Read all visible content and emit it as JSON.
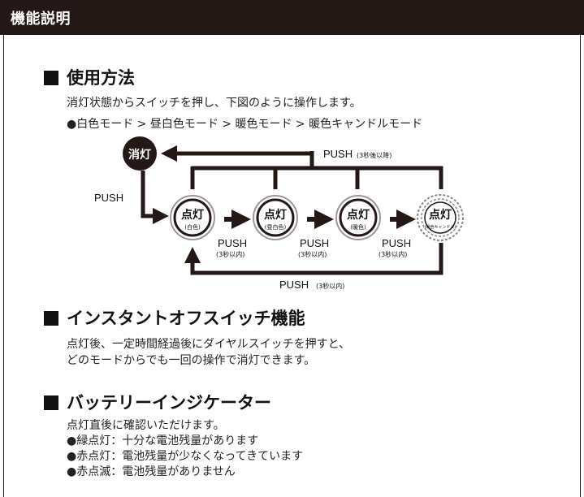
{
  "header": {
    "title": "機能説明"
  },
  "usage": {
    "heading": "使用方法",
    "intro": "消灯状態からスイッチを押し、下図のように操作します。",
    "modes": "●白色モード > 昼白色モード > 暖色モード > 暖色キャンドルモード"
  },
  "diagram": {
    "off_label": "消灯",
    "push_left": "PUSH",
    "push_top": "PUSH",
    "push_top_note": "(3秒後以降)",
    "push_bottom": "PUSH",
    "push_bottom_note": "(3秒以内)",
    "step_push": "PUSH",
    "step_note": "(3秒以内)",
    "lamp_main": "点灯",
    "lamps": [
      "(白色)",
      "(昼白色)",
      "(暖色)",
      "(暖色キャンドル)"
    ],
    "colors": {
      "ink": "#231815"
    }
  },
  "instant": {
    "heading": "インスタントオフスイッチ機能",
    "line1": "点灯後、一定時間経過後にダイヤルスイッチを押すと、",
    "line2": "どのモードからでも一回の操作で消灯できます。"
  },
  "battery": {
    "heading": "バッテリーインジケーター",
    "intro": "点灯直後に確認いただけます。",
    "items": [
      "●緑点灯：十分な電池残量があります",
      "●赤点灯：電池残量が少なくなってきています",
      "●赤点滅：電池残量がありません"
    ]
  }
}
